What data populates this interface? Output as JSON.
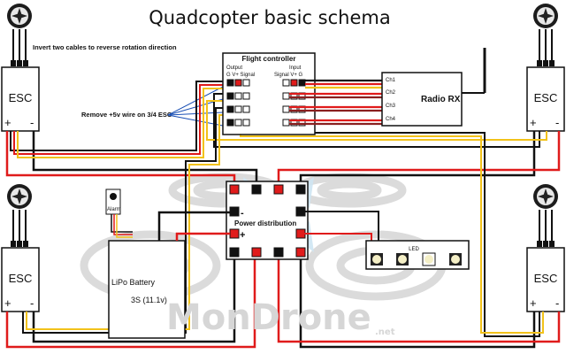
{
  "title": "Quadcopter basic schema",
  "notes": {
    "invert": "Invert two cables to reverse rotation direction",
    "remove_5v": "Remove +5v wire on 3/4 ESC"
  },
  "esc_label": "ESC",
  "esc_polarity": {
    "plus": "+",
    "minus": "-"
  },
  "flight_controller": {
    "title": "Flight controller",
    "output_label": "Output",
    "output_pins": "G  V+  Signal",
    "input_label": "Input",
    "input_pins": "Signal  V+  G"
  },
  "radio": {
    "label": "Radio RX",
    "channels": [
      "Ch1",
      "Ch2",
      "Ch3",
      "Ch4"
    ]
  },
  "power_distribution": {
    "label": "Power distribution",
    "minus": "-",
    "plus": "+"
  },
  "alarm_label": "Alarm",
  "battery": {
    "label": "LiPo Battery",
    "spec": "3S (11.1v)"
  },
  "led_label": "LED",
  "watermark": {
    "text": "MonDrone",
    "suffix": ".net"
  },
  "colors": {
    "red": "#e01b1b",
    "black": "#111111",
    "yellow": "#f2c21a",
    "orange": "#f28c1e",
    "watermark": "#d8d8d8"
  }
}
